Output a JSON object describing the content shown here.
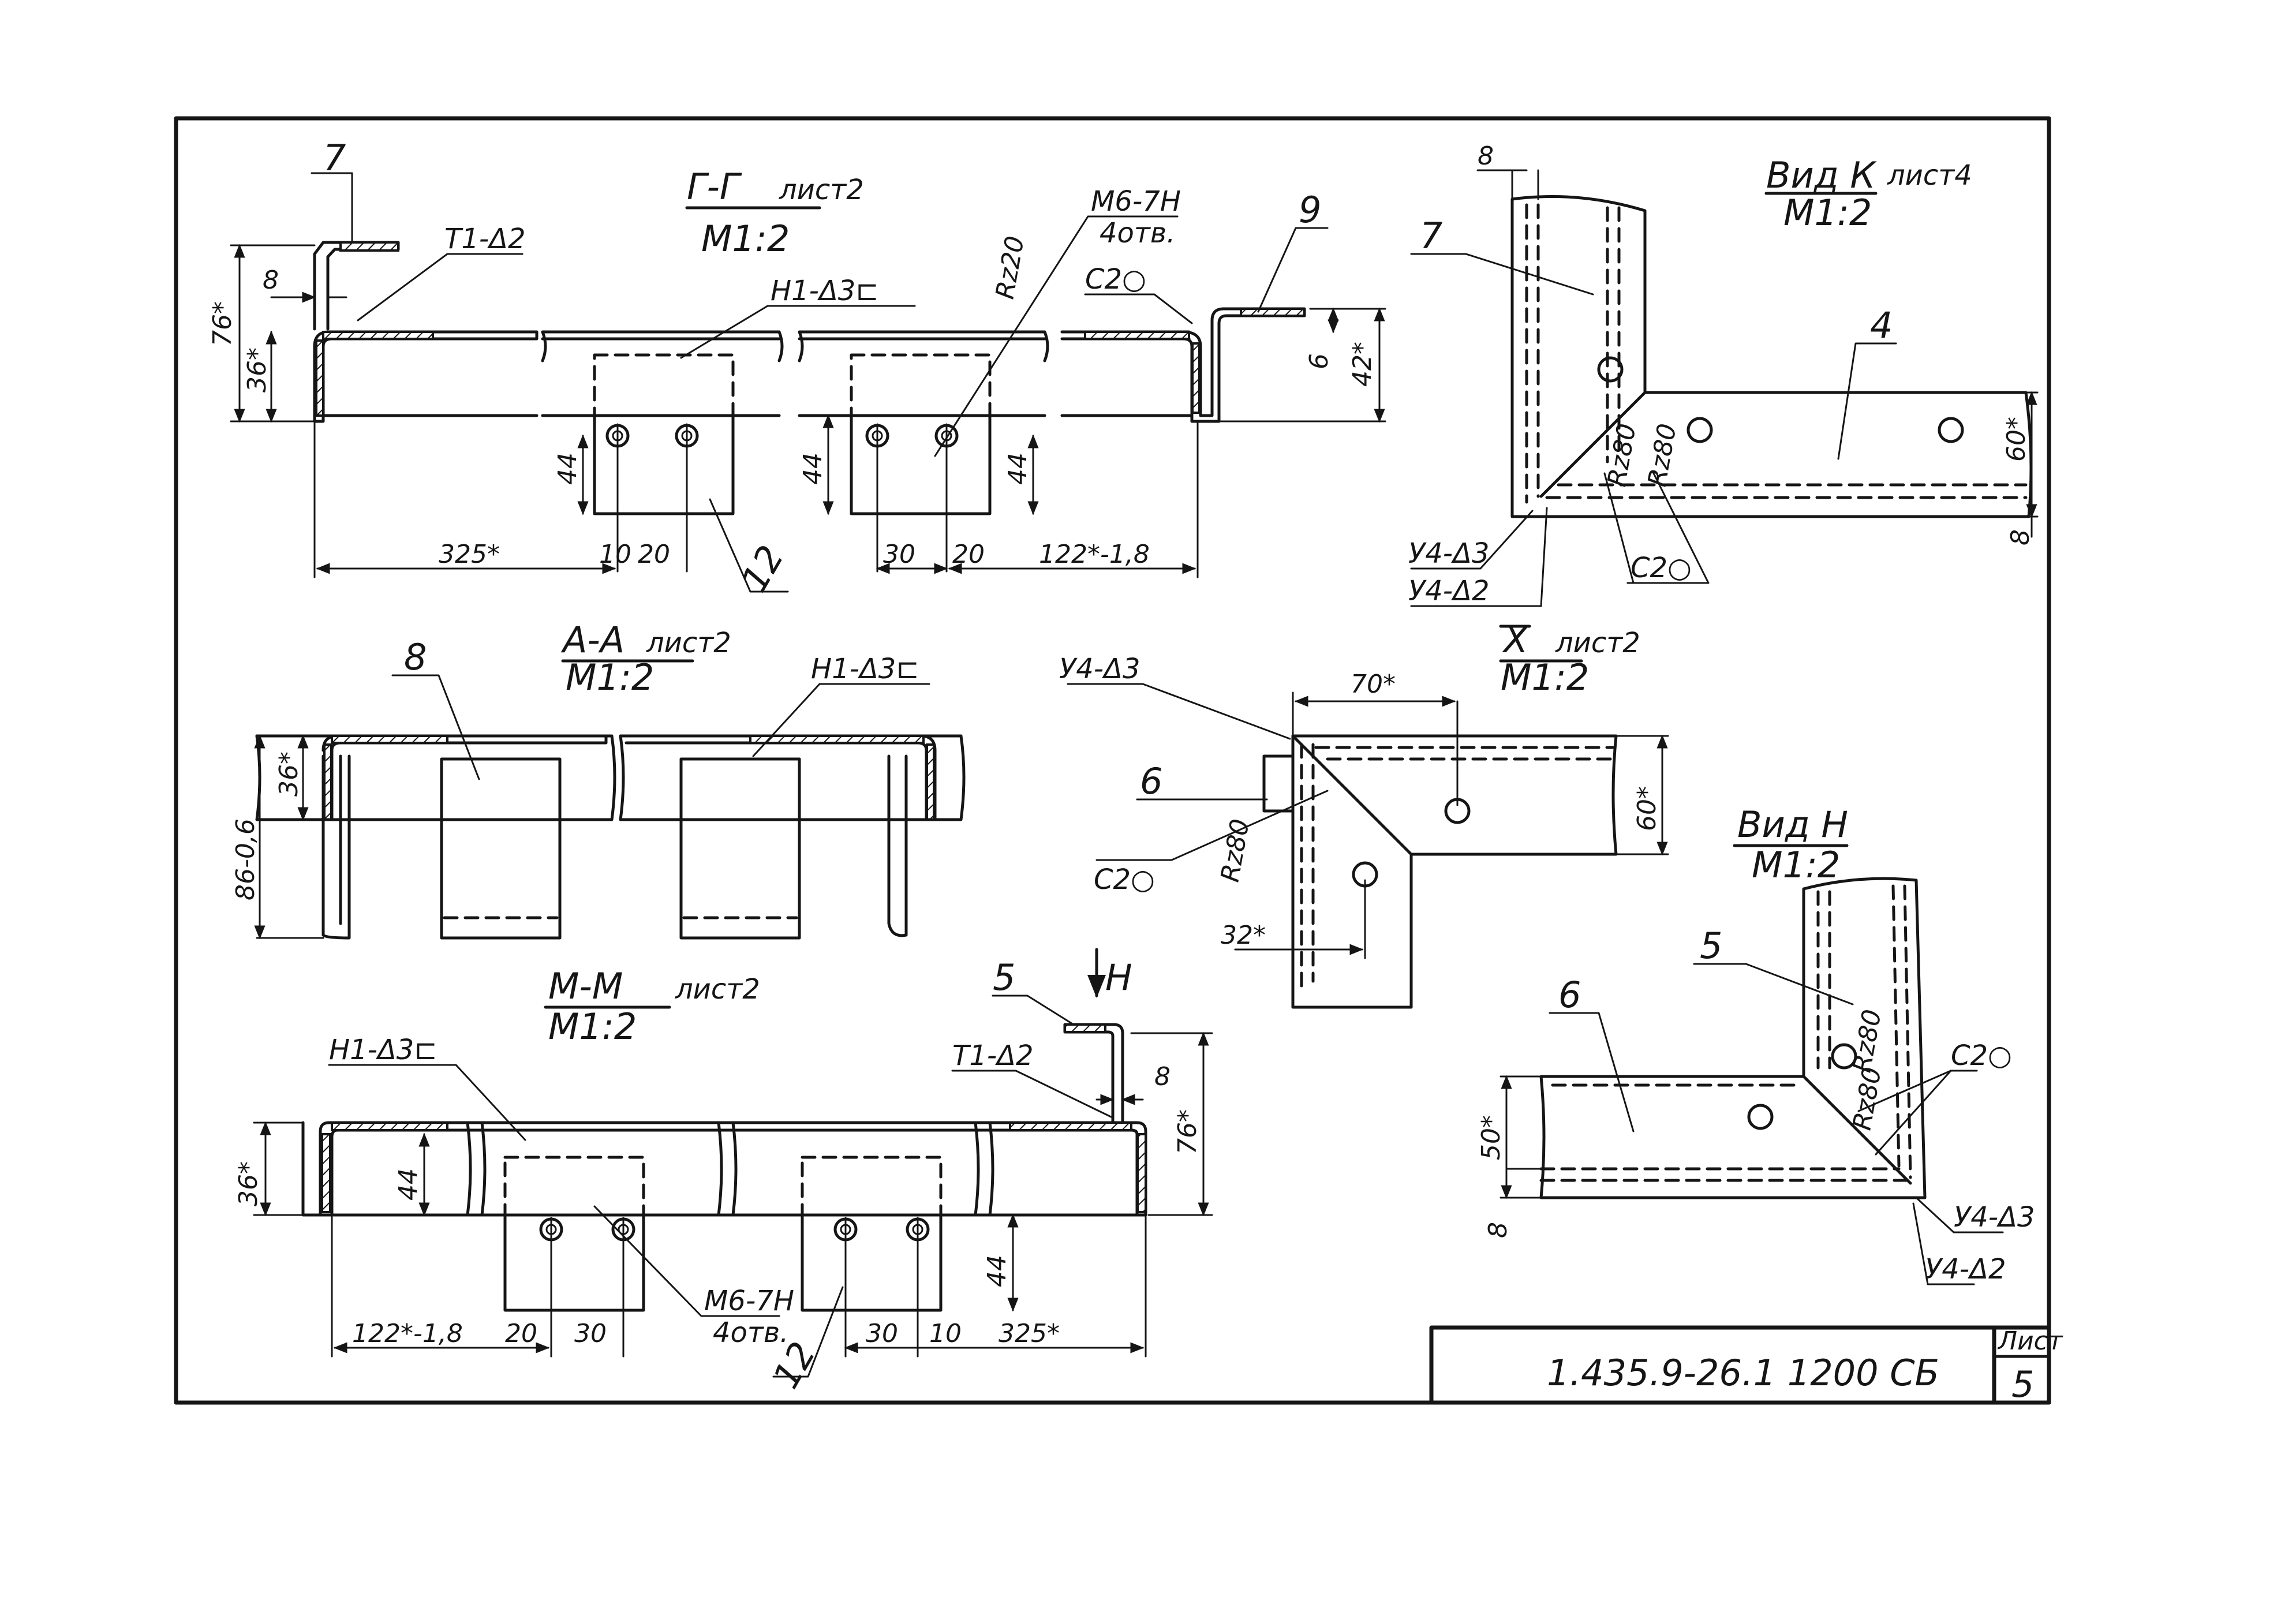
{
  "drawing": {
    "views": {
      "gg": {
        "title": "Г-Г",
        "sheet_ref": "лист2",
        "scale": "М1:2"
      },
      "aa": {
        "title": "А-А",
        "sheet_ref": "лист2",
        "scale": "М1:2"
      },
      "mm": {
        "title": "М-М",
        "sheet_ref": "лист2",
        "scale": "М1:2"
      },
      "vid_k": {
        "title": "Вид К",
        "sheet_ref": "лист4",
        "scale": "М1:2"
      },
      "x_view": {
        "title": "X",
        "sheet_ref": "лист2",
        "scale": "М1:2"
      },
      "vid_n": {
        "title": "Вид Н",
        "scale": "М1:2"
      }
    },
    "weld_labels": {
      "t1_d2": "Т1-Δ2",
      "n1_d3": "Н1-Δ3⊏",
      "u4_d3": "У4-Δ3",
      "u4_d2": "У4-Δ2",
      "c2": "С2○",
      "thread": "М6-7Н",
      "holes": "4отв.",
      "rz20": "Rz20",
      "rz80": "Rz80"
    },
    "positions": {
      "p4": "4",
      "p5": "5",
      "p6": "6",
      "p7": "7",
      "p8": "8",
      "p9": "9",
      "p12": "12"
    },
    "dimensions": {
      "d8": "8",
      "d76": "76*",
      "d36": "36*",
      "d6": "6",
      "d42": "42*",
      "d44": "44",
      "d325": "325*",
      "d10": "10",
      "d20": "20",
      "d30": "30",
      "d122": "122*-1,8",
      "d50": "50*",
      "d60": "60*",
      "d70": "70*",
      "d32": "32*",
      "d86": "86-0,6"
    },
    "arrow_h": "Н",
    "title_block": {
      "designation": "1.435.9-26.1   1200 СБ",
      "sheet_label": "Лист",
      "sheet_number": "5"
    }
  }
}
